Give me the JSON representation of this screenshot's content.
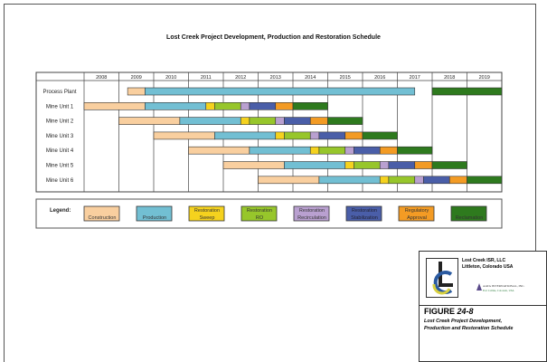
{
  "chart_data": {
    "type": "gantt",
    "title": "Lost Creek Project  Development, Production and Restoration Schedule",
    "years": [
      "2008",
      "2009",
      "2010",
      "2011",
      "2012",
      "2013",
      "2014",
      "2015",
      "2016",
      "2017",
      "2018",
      "2019"
    ],
    "xlim": [
      2008,
      2020
    ],
    "legend_title": "Legend:",
    "phases": [
      {
        "key": "construction",
        "label": "Construction",
        "color": "#f9cf9f"
      },
      {
        "key": "production",
        "label": "Production",
        "color": "#72bfd3"
      },
      {
        "key": "sweep",
        "label": "Restoration Sweep",
        "color": "#f5d21e"
      },
      {
        "key": "ro",
        "label": "Restoration RO",
        "color": "#97c62b"
      },
      {
        "key": "recirc",
        "label": "Restoration Recirculation",
        "color": "#b9a0d0"
      },
      {
        "key": "stab",
        "label": "Restoration Stabilization",
        "color": "#4a5ea8"
      },
      {
        "key": "approval",
        "label": "Regulatory Approval",
        "color": "#f39b24"
      },
      {
        "key": "reclamation",
        "label": "Reclamation",
        "color": "#2e7a1e"
      }
    ],
    "rows": [
      {
        "label": "Process Plant",
        "tasks": [
          [
            "construction",
            2009.25,
            2009.75
          ],
          [
            "production",
            2009.75,
            2017.5
          ],
          [
            "reclamation",
            2018,
            2020
          ]
        ]
      },
      {
        "label": "Mine Unit 1",
        "start": 2008
      },
      {
        "label": "Mine Unit 2",
        "start": 2009
      },
      {
        "label": "Mine Unit 3",
        "start": 2010
      },
      {
        "label": "Mine Unit 4",
        "start": 2011
      },
      {
        "label": "Mine Unit 5",
        "start": 2012
      },
      {
        "label": "Mine Unit 6",
        "start": 2013
      }
    ],
    "mine_unit_phase_durations_years": [
      [
        "construction",
        1.75
      ],
      [
        "production",
        1.75
      ],
      [
        "sweep",
        0.25
      ],
      [
        "ro",
        0.75
      ],
      [
        "recirc",
        0.25
      ],
      [
        "stab",
        0.75
      ],
      [
        "approval",
        0.5
      ],
      [
        "reclamation",
        1.0
      ]
    ]
  },
  "title_block": {
    "company": "Lost Creek ISR, LLC",
    "location": "Littleton, Colorado USA",
    "consultant": "AATA INTERNATIONAL, INC.",
    "consultant_location": "Fort Collins, Colorado, USA",
    "figure_label": "FIGURE",
    "figure_number": "24-8",
    "caption_line1": "Lost Creek Project Development,",
    "caption_line2": "Production and Restoration Schedule"
  }
}
